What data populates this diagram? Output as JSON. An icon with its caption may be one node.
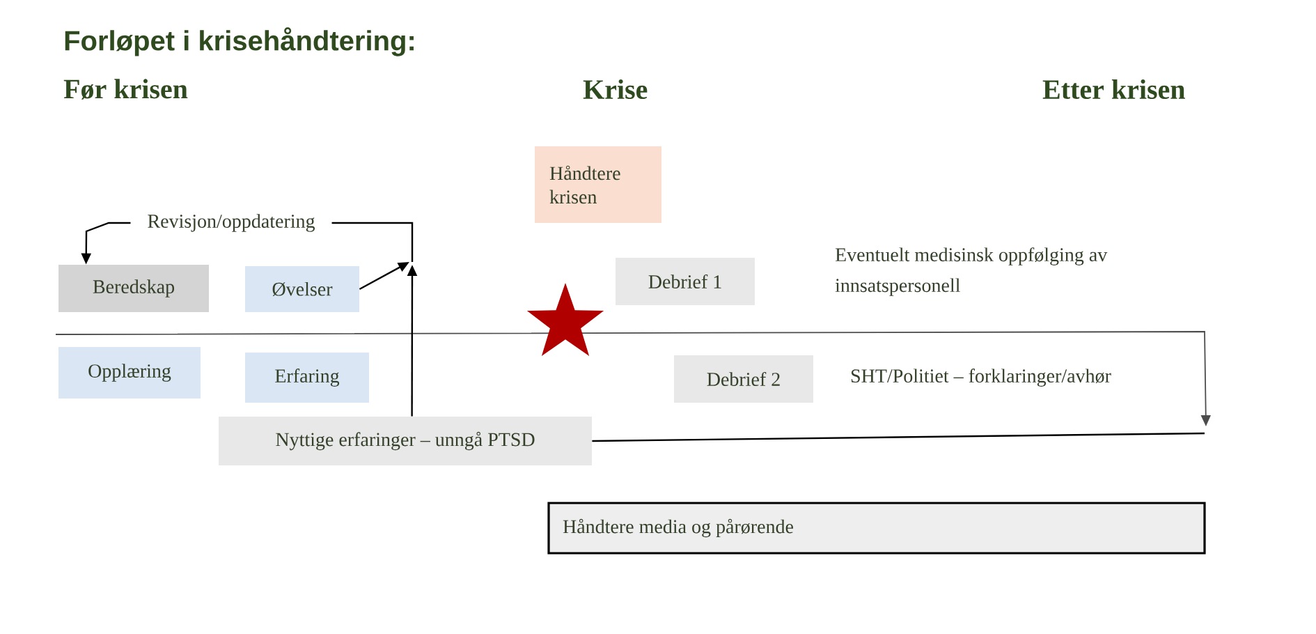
{
  "diagram": {
    "title": "Forløpet i krisehåndtering:",
    "nodes": [
      {
        "text": [
          "Beredskap"
        ]
      },
      {
        "text": [
          "Øvelser"
        ]
      },
      {
        "text": [
          "Opplæring"
        ]
      },
      {
        "text": [
          "Erfaring"
        ]
      },
      {
        "text": [
          "Nyttige erfaringer – unngå PTSD"
        ]
      },
      {
        "text": [
          "Håndtere krisen"
        ]
      },
      {
        "text": [
          "Debrief 1"
        ]
      },
      {
        "text": [
          "Debrief 2"
        ]
      },
      {
        "text": [
          "Håndtere media og pårørende"
        ]
      },
      {
        "text": [],
        "shape": "star"
      }
    ],
    "edges": [
      {
        "from": null,
        "to": 0,
        "arrow": "to",
        "label": "Revisjon/oppdatering"
      },
      {
        "from": 1,
        "to": null,
        "arrow": "to"
      },
      {
        "from": 4,
        "to": null,
        "arrow": "to"
      },
      {
        "from": 4,
        "to": null,
        "arrow": "none"
      }
    ],
    "labels": [
      "Før krisen",
      "Krise",
      "Etter krisen",
      "Eventuelt medisinsk oppfølging av innsatspersonell",
      "SHT/Politiet – forklaringer/avhør"
    ]
  }
}
